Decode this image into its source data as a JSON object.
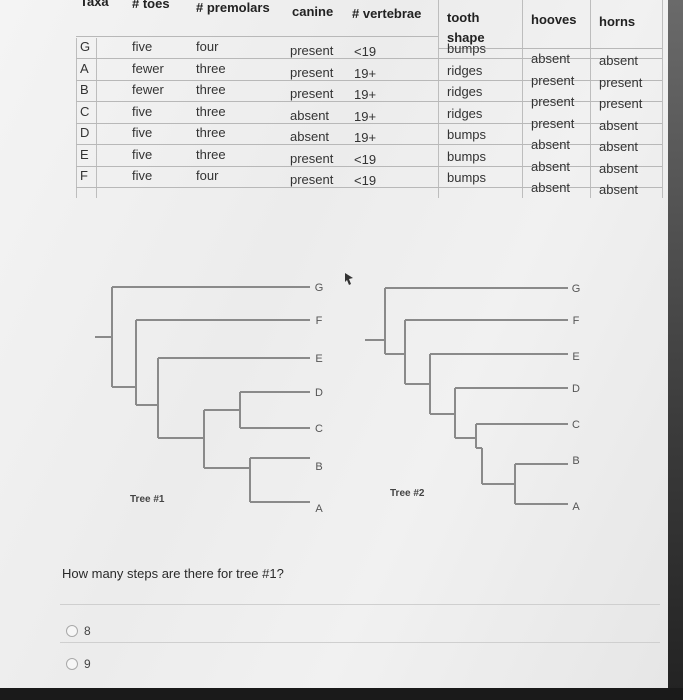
{
  "table": {
    "headers": [
      "Taxa",
      "# toes",
      "# premolars",
      "canine",
      "# vertebrae",
      "tooth shape",
      "hooves",
      "horns"
    ],
    "rows": [
      [
        "G",
        "five",
        "four",
        "present",
        "<19",
        "bumps",
        "absent",
        "absent"
      ],
      [
        "A",
        "fewer",
        "three",
        "present",
        "19+",
        "ridges",
        "present",
        "present"
      ],
      [
        "B",
        "fewer",
        "three",
        "present",
        "19+",
        "ridges",
        "present",
        "present"
      ],
      [
        "C",
        "five",
        "three",
        "absent",
        "19+",
        "ridges",
        "present",
        "absent"
      ],
      [
        "D",
        "five",
        "three",
        "absent",
        "19+",
        "bumps",
        "absent",
        "absent"
      ],
      [
        "E",
        "five",
        "three",
        "present",
        "<19",
        "bumps",
        "absent",
        "absent"
      ],
      [
        "F",
        "five",
        "four",
        "present",
        "<19",
        "bumps",
        "absent",
        "absent"
      ]
    ]
  },
  "tree1": {
    "caption": "Tree #1",
    "leaves": [
      "G",
      "F",
      "E",
      "D",
      "C",
      "B",
      "A"
    ]
  },
  "tree2": {
    "caption": "Tree #2",
    "leaves": [
      "G",
      "F",
      "E",
      "D",
      "C",
      "B",
      "A"
    ]
  },
  "question": {
    "text": "How many steps are there for tree #1?",
    "options": [
      "8",
      "9"
    ]
  }
}
